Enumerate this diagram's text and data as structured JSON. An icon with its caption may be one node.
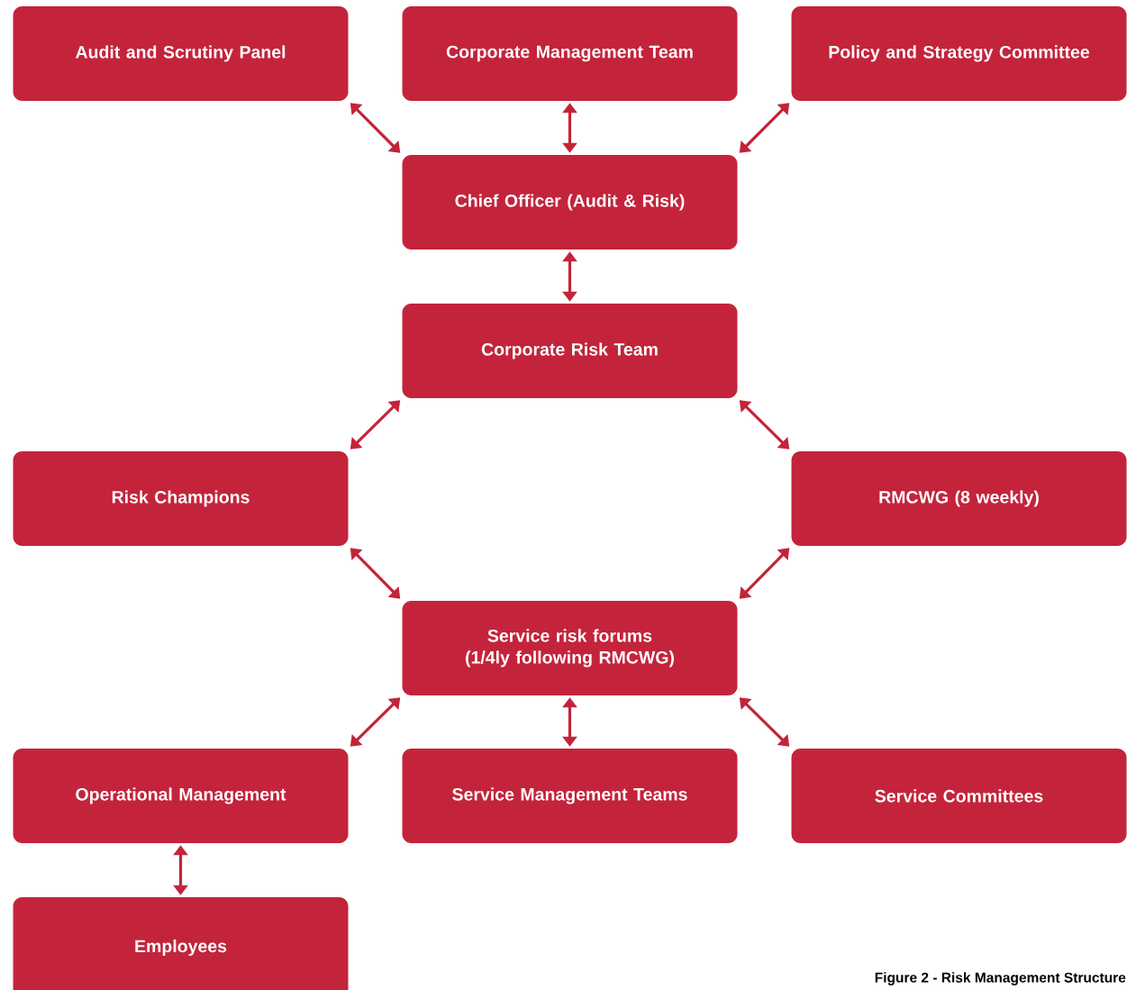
{
  "diagram": {
    "caption": "Figure 2 - Risk Management Structure",
    "nodes": [
      {
        "text": [
          "Audit and Scrutiny Panel"
        ]
      },
      {
        "text": [
          "Corporate Management Team"
        ]
      },
      {
        "text": [
          "Policy and Strategy Committee"
        ]
      },
      {
        "text": [
          "Chief Officer (Audit & Risk)"
        ]
      },
      {
        "text": [
          "Corporate Risk Team"
        ]
      },
      {
        "text": [
          "Risk Champions"
        ]
      },
      {
        "text": [
          "RMCWG (8 weekly)"
        ]
      },
      {
        "text": [
          "Service risk forums (1/4ly following RMCWG)"
        ]
      },
      {
        "text": [
          "Operational Management"
        ]
      },
      {
        "text": [
          "Service Management Teams"
        ]
      },
      {
        "text": [
          "Service Committees"
        ]
      },
      {
        "text": [
          "Employees"
        ]
      }
    ],
    "edges": [
      {
        "from": 0,
        "to": 3,
        "arrow": "both"
      },
      {
        "from": 1,
        "to": 3,
        "arrow": "both"
      },
      {
        "from": 2,
        "to": 3,
        "arrow": "both"
      },
      {
        "from": 3,
        "to": 4,
        "arrow": "both"
      },
      {
        "from": 4,
        "to": 5,
        "arrow": "both"
      },
      {
        "from": 4,
        "to": 6,
        "arrow": "both"
      },
      {
        "from": 5,
        "to": 7,
        "arrow": "both"
      },
      {
        "from": 6,
        "to": 7,
        "arrow": "both"
      },
      {
        "from": 7,
        "to": 8,
        "arrow": "both"
      },
      {
        "from": 7,
        "to": 9,
        "arrow": "both"
      },
      {
        "from": 7,
        "to": 10,
        "arrow": "both"
      },
      {
        "from": 8,
        "to": 11,
        "arrow": "both"
      }
    ]
  }
}
